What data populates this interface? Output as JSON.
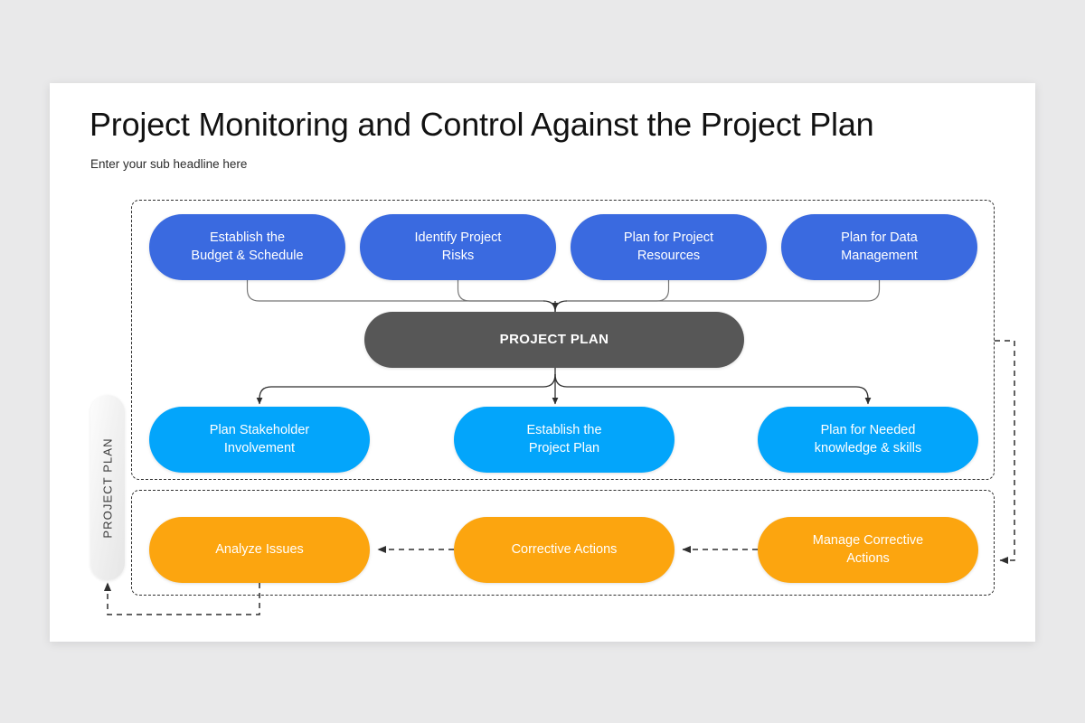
{
  "slide": {
    "title": "Project Monitoring and Control Against the Project Plan",
    "subtitle": "Enter your sub headline here",
    "background_color": "#e9e9ea",
    "canvas_color": "#ffffff"
  },
  "colors": {
    "blue": "#3a6ae0",
    "cyan": "#03a5fb",
    "orange": "#fca50f",
    "gray": "#575757",
    "connector": "#2f2f2f"
  },
  "side_label": {
    "text": "PROJECT PLAN"
  },
  "groups": {
    "planning": {
      "name": "planning-group"
    },
    "actions": {
      "name": "corrective-actions-group"
    }
  },
  "nodes": {
    "row_blue": [
      {
        "id": "budget",
        "label": "Establish the\nBudget & Schedule",
        "color": "#3a6ae0"
      },
      {
        "id": "risks",
        "label": "Identify Project\nRisks",
        "color": "#3a6ae0"
      },
      {
        "id": "resources",
        "label": "Plan for Project\nResources",
        "color": "#3a6ae0"
      },
      {
        "id": "data",
        "label": "Plan for Data\nManagement",
        "color": "#3a6ae0"
      }
    ],
    "center": {
      "id": "project-plan",
      "label": "PROJECT PLAN",
      "color": "#575757"
    },
    "row_cyan": [
      {
        "id": "stakeholder",
        "label": "Plan Stakeholder\nInvolvement",
        "color": "#03a5fb"
      },
      {
        "id": "establish",
        "label": "Establish the\nProject Plan",
        "color": "#03a5fb"
      },
      {
        "id": "knowledge",
        "label": "Plan for Needed\nknowledge & skills",
        "color": "#03a5fb"
      }
    ],
    "row_orange": [
      {
        "id": "analyze",
        "label": "Analyze Issues",
        "color": "#fca50f"
      },
      {
        "id": "correct",
        "label": "Corrective Actions",
        "color": "#fca50f"
      },
      {
        "id": "manage",
        "label": "Manage Corrective\nActions",
        "color": "#fca50f"
      }
    ]
  },
  "labels": {
    "budget": "Establish the\nBudget & Schedule",
    "risks": "Identify Project\nRisks",
    "resources": "Plan for Project\nResources",
    "data": "Plan for Data\nManagement",
    "project_plan": "PROJECT PLAN",
    "stakeholder": "Plan Stakeholder\nInvolvement",
    "establish": "Establish the\nProject Plan",
    "knowledge": "Plan for Needed\nknowledge & skills",
    "analyze": "Analyze Issues",
    "correct": "Corrective Actions",
    "manage": "Manage Corrective\nActions"
  }
}
